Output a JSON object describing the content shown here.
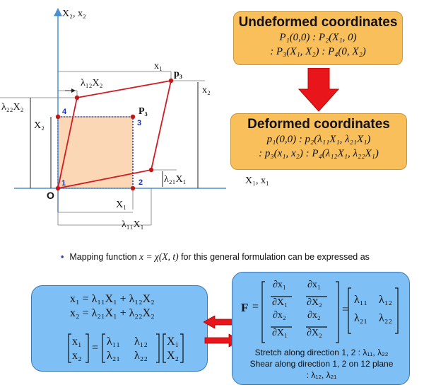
{
  "diagram": {
    "axis_y_label": "X₂, x₂",
    "axis_x_label": "X₁, x₁",
    "origin_label": "O",
    "p3_label": "p₃",
    "P3_label": "P₃",
    "x1_dim": "x₁",
    "x2_dim": "x₂",
    "l12X2": "λ₁₂X₂",
    "l22X2": "λ₂₂X₂",
    "X2_dim": "X₂",
    "X1_dim": "X₁",
    "l21X1": "λ₂₁X₁",
    "l11X1": "λ₁₁X₁",
    "corner_1": "1",
    "corner_2": "2",
    "corner_3": "3",
    "corner_4": "4"
  },
  "undeformed": {
    "title": "Undeformed coordinates",
    "line1": "P₁(0,0) : P₂(X₁, 0)",
    "line2": ": P₃(X₁, X₂) : P₄(0, X₂)"
  },
  "deformed": {
    "title": "Deformed coordinates",
    "line1": "p₁(0,0) : p₂(λ₁₁X₁, λ₂₁X₁)",
    "line2": ": p₃(x₁, x₂) : P₄(λ₁₂X₁, λ₂₂X₁)"
  },
  "bullet": {
    "text_before": "Mapping function ",
    "formula": "x = χ(X, t)",
    "text_after": " for this general formulation can be expressed as"
  },
  "left_box": {
    "eq1": "x₁ = λ₁₁X₁ + λ₁₂X₂",
    "eq2": "x₂ = λ₂₁X₁ + λ₂₂X₂",
    "vec_x1": "x₁",
    "vec_x2": "x₂",
    "m11": "λ₁₁",
    "m12": "λ₁₂",
    "m21": "λ₂₁",
    "m22": "λ₂₂",
    "vec_X1": "X₁",
    "vec_X2": "X₂"
  },
  "right_box": {
    "F": "F",
    "d_x1": "∂x₁",
    "d_X1": "∂X₁",
    "d_X2": "∂X₂",
    "d_x2": "∂x₂",
    "m11": "λ₁₁",
    "m12": "λ₁₂",
    "m21": "λ₂₁",
    "m22": "λ₂₂",
    "note1": "Stretch along direction 1, 2 : λ₁₁,  λ₂₂",
    "note2": "Shear along direction 1, 2 on 12  plane",
    "note3": ": λ₁₂, λ₂₁"
  },
  "colors": {
    "orange": "#f9bf5b",
    "blue_box": "#7ec0f6",
    "arrow_red": "#e8151b",
    "square_fill": "#fcd7b5",
    "axis": "#4d8fd0",
    "deformed_line": "#d01c22"
  }
}
